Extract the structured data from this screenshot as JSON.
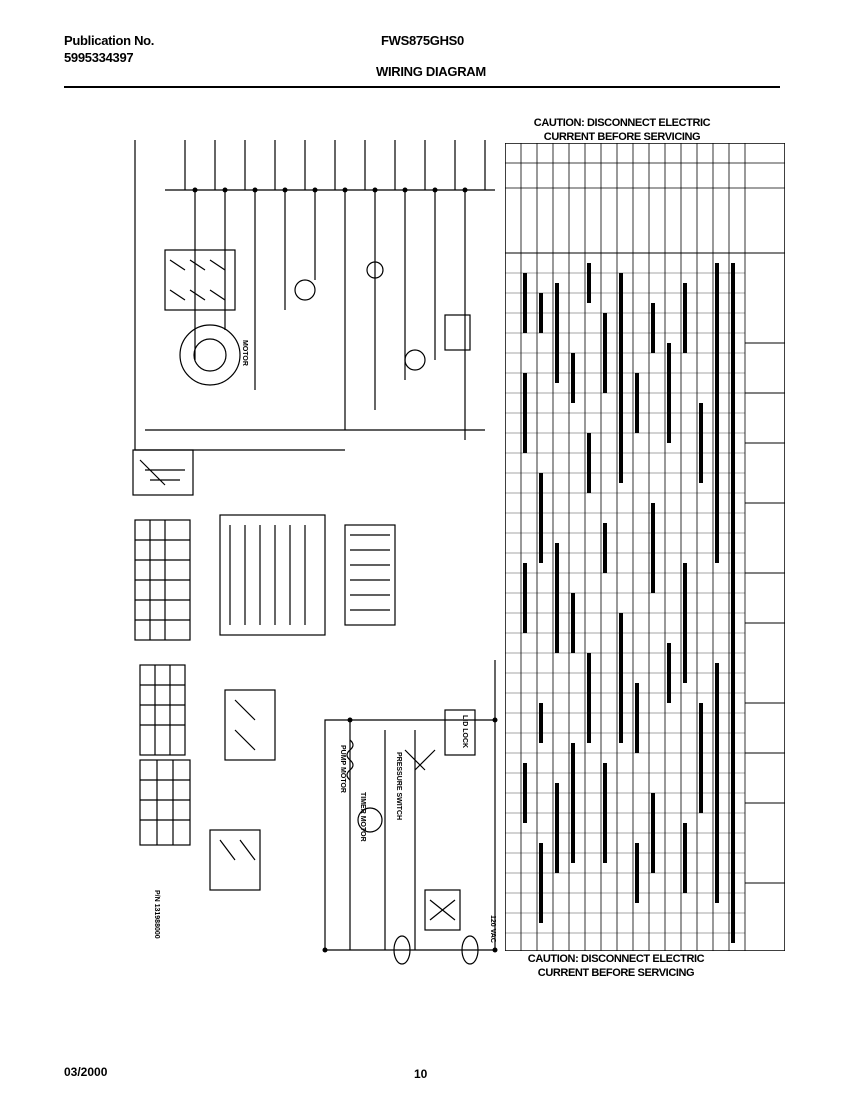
{
  "header": {
    "publication_label": "Publication No.",
    "publication_number": "5995334397",
    "model": "FWS875GHS0",
    "title": "WIRING DIAGRAM"
  },
  "caution_top": {
    "line1": "CAUTION: DISCONNECT ELECTRIC",
    "line2": "CURRENT BEFORE SERVICING"
  },
  "caution_bottom": {
    "line1": "CAUTION: DISCONNECT ELECTRIC",
    "line2": "CURRENT BEFORE SERVICING"
  },
  "diagram": {
    "voltage_label": "120 VAC",
    "components": [
      "PUMP MOTOR",
      "PRESSURE SWITCH",
      "LID LOCK",
      "TIMER MOTOR",
      "MOTOR"
    ],
    "part_number": "P/N 131988000"
  },
  "footer": {
    "date": "03/2000",
    "page": "10"
  }
}
